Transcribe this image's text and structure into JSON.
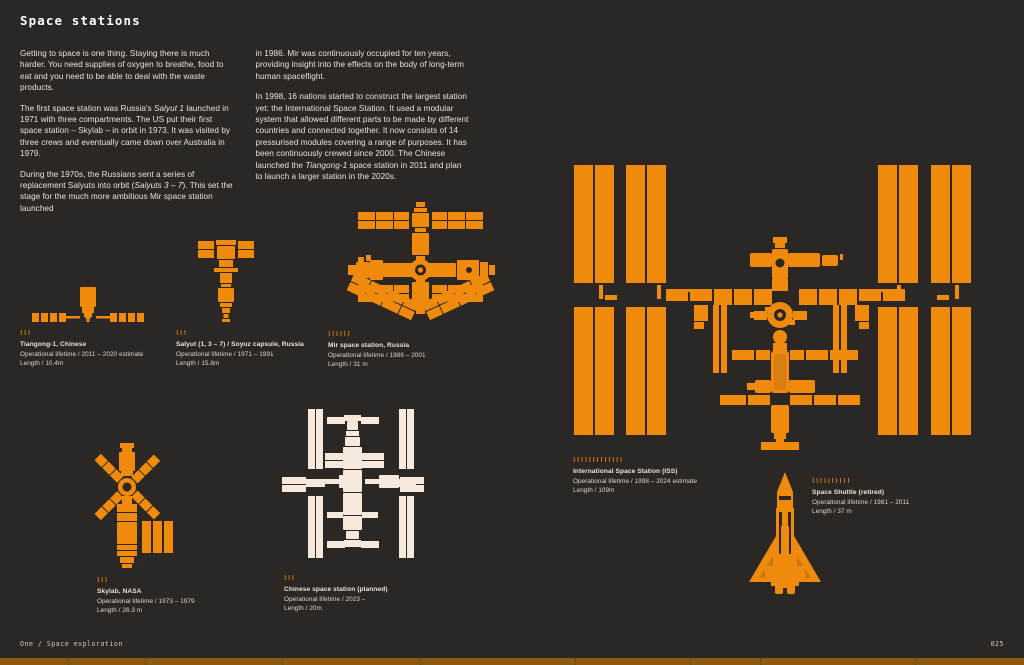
{
  "header": {
    "title": "Space stations"
  },
  "colors": {
    "background": "#2b2724",
    "accent_orange": "#f08a0c",
    "planned_cream": "#f5e8dc",
    "text": "#e9e3db"
  },
  "intro": {
    "column_left": [
      "Getting to space is one thing. Staying there is much harder. You need supplies of oxygen to breathe, food to eat and you need to be able to deal with the waste products.",
      "The first space station was Russia's Salyut 1 launched in 1971 with three compartments. The US put their first space station – Skylab – in orbit in 1973. It was visited by three crews and eventually came down over Australia in 1979.",
      "During the 1970s, the Russians sent a series of replacement Salyuts into orbit (Salyuts 3 – 7). This set the stage for the much more ambitious Mir space station launched"
    ],
    "column_right": [
      "in 1986. Mir was continuously occupied for ten years, providing insight into the effects on the body of long-term human spaceflight.",
      "In 1998, 16 nations started to construct the largest station yet: the International Space Station. It used a modular system that allowed different parts to be made by different countries and connected together. It now consists of 14 pressurised modules covering a range of purposes. It has been continuously crewed since 2000. The Chinese launched the Tiangong-1 space station in 2011 and plan to launch a larger station in the 2020s."
    ]
  },
  "figures": [
    {
      "id": "tiangong-1",
      "icons": "ııı",
      "icon_count": 3,
      "name": "Tiangong-1, Chinese",
      "lifetime_label": "Operational lifetime / 2011 – 2020 estimate",
      "length_label": "Length / 10.4m",
      "length_value": "10.4m",
      "lifetime_value": "2011 – 2020 estimate"
    },
    {
      "id": "salyut",
      "icons": "ııı",
      "icon_count": 3,
      "name": "Salyut (1, 3 – 7) / Soyuz capsule, Russia",
      "lifetime_label": "Operational lifetime / 1971 – 1991",
      "length_label": "Length / 15.8m",
      "length_value": "15.8m",
      "lifetime_value": "1971 – 1991"
    },
    {
      "id": "mir",
      "icons": "ıııııı",
      "icon_count": 6,
      "name": "Mir space station, Russia",
      "lifetime_label": "Operational lifetime / 1986 – 2001",
      "length_label": "Length / 31 m",
      "length_value": "31 m",
      "lifetime_value": "1986 – 2001"
    },
    {
      "id": "skylab",
      "icons": "ııı",
      "icon_count": 3,
      "name": "Skylab, NASA",
      "lifetime_label": "Operational lifetime / 1973 – 1979",
      "length_label": "Length / 26.3 m",
      "length_value": "26.3 m",
      "lifetime_value": "1973 – 1979"
    },
    {
      "id": "chinese-space-station",
      "icons": "ııı",
      "icon_count": 3,
      "name": "Chinese space station (planned)",
      "lifetime_label": "Operational lifetime / 2023 –",
      "length_label": "Length / 20m",
      "length_value": "20m",
      "lifetime_value": "2023 –"
    },
    {
      "id": "iss",
      "icons": "ııııııııııııı",
      "icon_count": 13,
      "name": "International Space Station (ISS)",
      "lifetime_label": "Operational lifetime / 1998 – 2024 estimate",
      "length_label": "Length / 109m",
      "length_value": "109m",
      "lifetime_value": "1998 – 2024 estimate"
    },
    {
      "id": "space-shuttle",
      "icons": "ıııııııııı",
      "icon_count": 10,
      "name": "Space Shuttle (retired)",
      "lifetime_label": "Operational lifetime / 1981 – 2011",
      "length_label": "Length / 37 m",
      "length_value": "37 m",
      "lifetime_value": "1981 – 2011"
    }
  ],
  "footer": {
    "left": "One / Space exploration",
    "page_number": "025"
  }
}
